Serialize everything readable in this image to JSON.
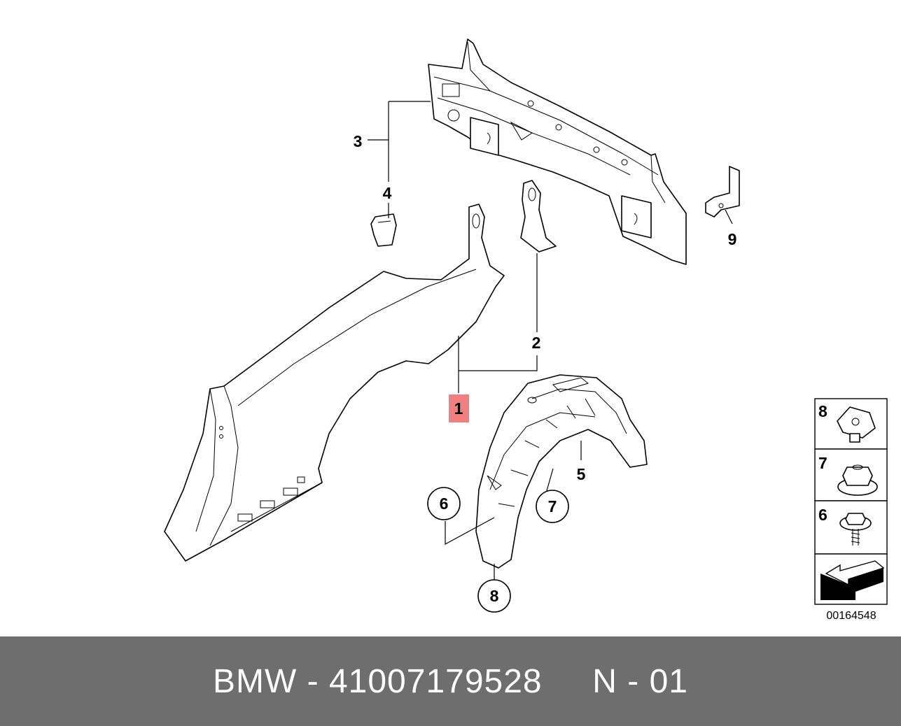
{
  "diagram": {
    "callouts": {
      "c1": "1",
      "c2": "2",
      "c3": "3",
      "c4": "4",
      "c5": "5",
      "c6": "6",
      "c7": "7",
      "c8": "8",
      "c9": "9"
    },
    "legend": [
      {
        "number": "8",
        "icon": "clip-nut-icon"
      },
      {
        "number": "7",
        "icon": "flange-nut-icon"
      },
      {
        "number": "6",
        "icon": "flange-screw-icon"
      },
      {
        "icon": "direction-arrow-icon"
      }
    ],
    "reference_number": "00164548",
    "highlight_color": "#f08080"
  },
  "footer": {
    "text": "BMW - 41007179528     N - 01",
    "background": "#6e6e6e",
    "color": "#ffffff"
  }
}
